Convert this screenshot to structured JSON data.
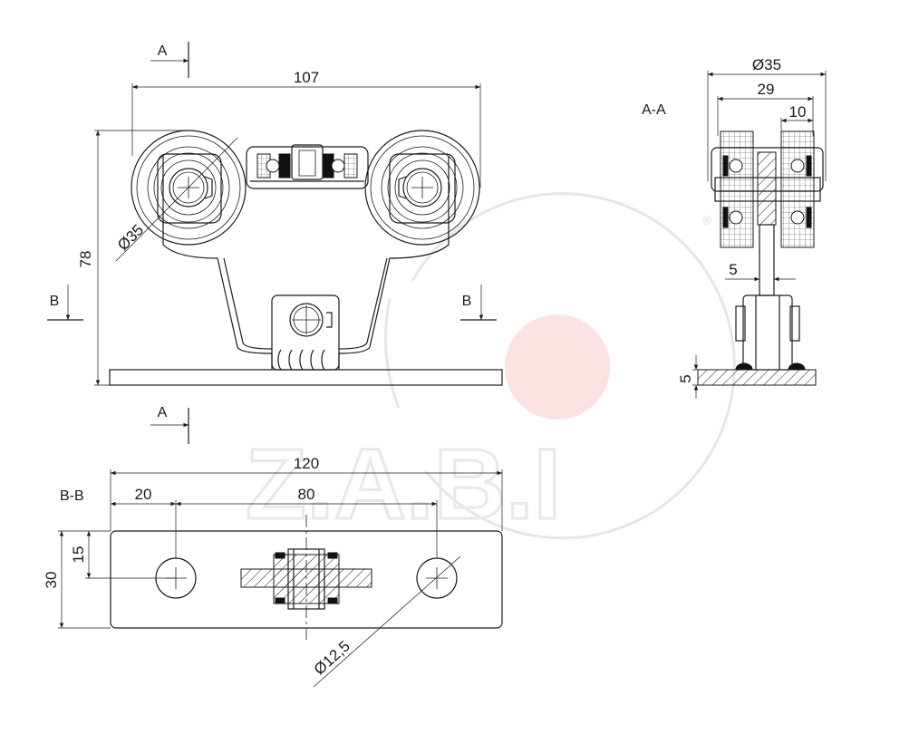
{
  "views": {
    "front": {
      "dim_width": "107",
      "dim_height": "78",
      "dim_wheel_diameter": "Ø35",
      "section_a_top": "A",
      "section_a_bottom": "A",
      "section_b_left": "B",
      "section_b_right": "B"
    },
    "section_aa": {
      "label": "A-A",
      "dim_outer_diameter": "Ø35",
      "dim_width": "29",
      "dim_offset": "10",
      "dim_stem": "5",
      "dim_plate": "5"
    },
    "section_bb": {
      "label": "B-B",
      "dim_length": "120",
      "dim_edge": "20",
      "dim_spacing": "80",
      "dim_half_height": "15",
      "dim_height": "30",
      "dim_hole": "Ø12,5"
    }
  },
  "watermark": {
    "text": "Z.A.B.I",
    "registered": "®",
    "accent_color": "#f9dcdc"
  }
}
